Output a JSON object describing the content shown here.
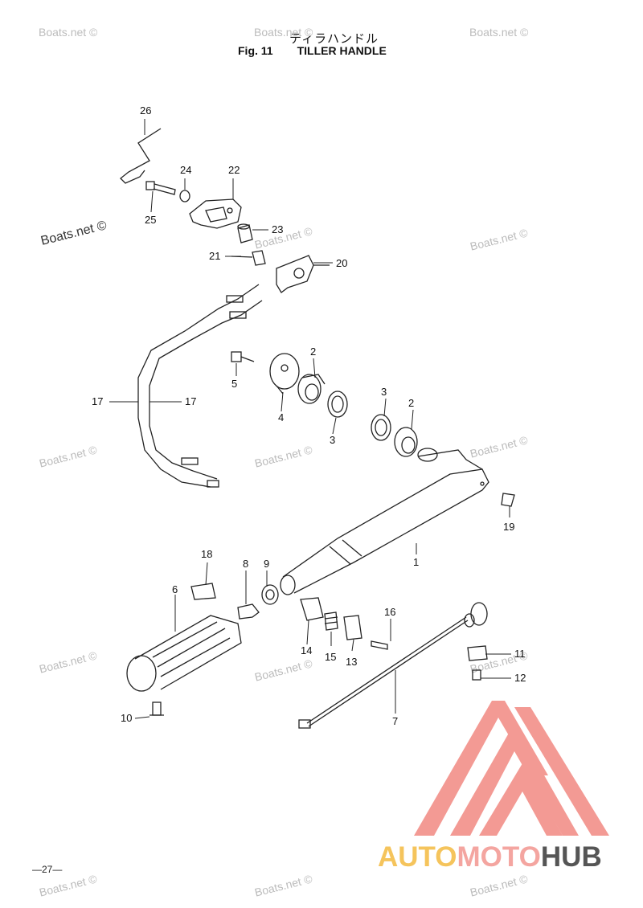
{
  "title": {
    "japanese": "ティラハンドル",
    "fig": "Fig. 11",
    "english": "TILLER HANDLE"
  },
  "watermark": "Boats.net ©",
  "page_number": "—27—",
  "brand": {
    "part1": "AUTO",
    "part2": "MOTO",
    "part3": "HUB",
    "colors": {
      "auto": "#f5c45c",
      "moto": "#f4a5a0",
      "hub": "#555555",
      "logo": "#f39a94"
    }
  },
  "callouts": [
    "1",
    "2",
    "2",
    "3",
    "3",
    "4",
    "5",
    "6",
    "7",
    "8",
    "9",
    "10",
    "11",
    "12",
    "13",
    "14",
    "15",
    "16",
    "17",
    "17",
    "18",
    "19",
    "20",
    "21",
    "22",
    "23",
    "24",
    "25",
    "26"
  ]
}
